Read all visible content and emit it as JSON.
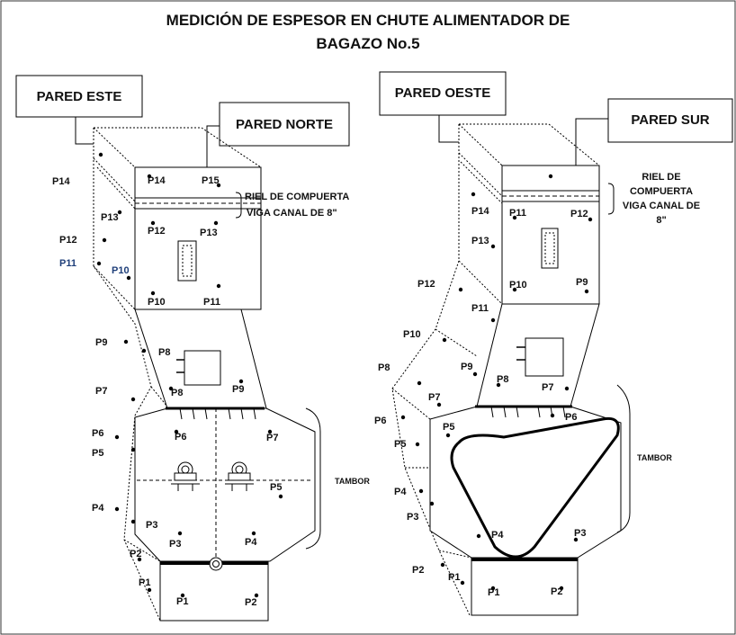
{
  "title_line1": "MEDICIÓN DE ESPESOR EN CHUTE ALIMENTADOR DE",
  "title_line2": "BAGAZO No.5",
  "left": {
    "box_este": "PARED ESTE",
    "box_norte": "PARED NORTE",
    "riel_1": "RIEL DE COMPUERTA",
    "riel_2": "VIGA CANAL DE 8\"",
    "tambor": "TAMBOR",
    "side_points": [
      "P14",
      "P13",
      "P12",
      "P11",
      "P10",
      "P9",
      "P8",
      "P7",
      "P6",
      "P5",
      "P4",
      "P3",
      "P2",
      "P1"
    ],
    "front_points": [
      "P14",
      "P15",
      "P12",
      "P13",
      "P10",
      "P11",
      "P8",
      "P9",
      "P6",
      "P7",
      "P5",
      "P3",
      "P4",
      "P1",
      "P2"
    ]
  },
  "right": {
    "box_oeste": "PARED OESTE",
    "box_sur": "PARED SUR",
    "riel_1": "RIEL DE",
    "riel_2": "COMPUERTA",
    "riel_3": "VIGA CANAL DE",
    "riel_4": "8\"",
    "tambor": "TAMBOR",
    "side_points": [
      "P14",
      "P13",
      "P12",
      "P11",
      "P10",
      "P9",
      "P8",
      "P7",
      "P6",
      "P5",
      "P4",
      "P3",
      "P2",
      "P1"
    ],
    "front_points": [
      "P11",
      "P12",
      "P10",
      "P9",
      "P8",
      "P7",
      "P6",
      "P5",
      "P4",
      "P3",
      "P1",
      "P2"
    ]
  }
}
